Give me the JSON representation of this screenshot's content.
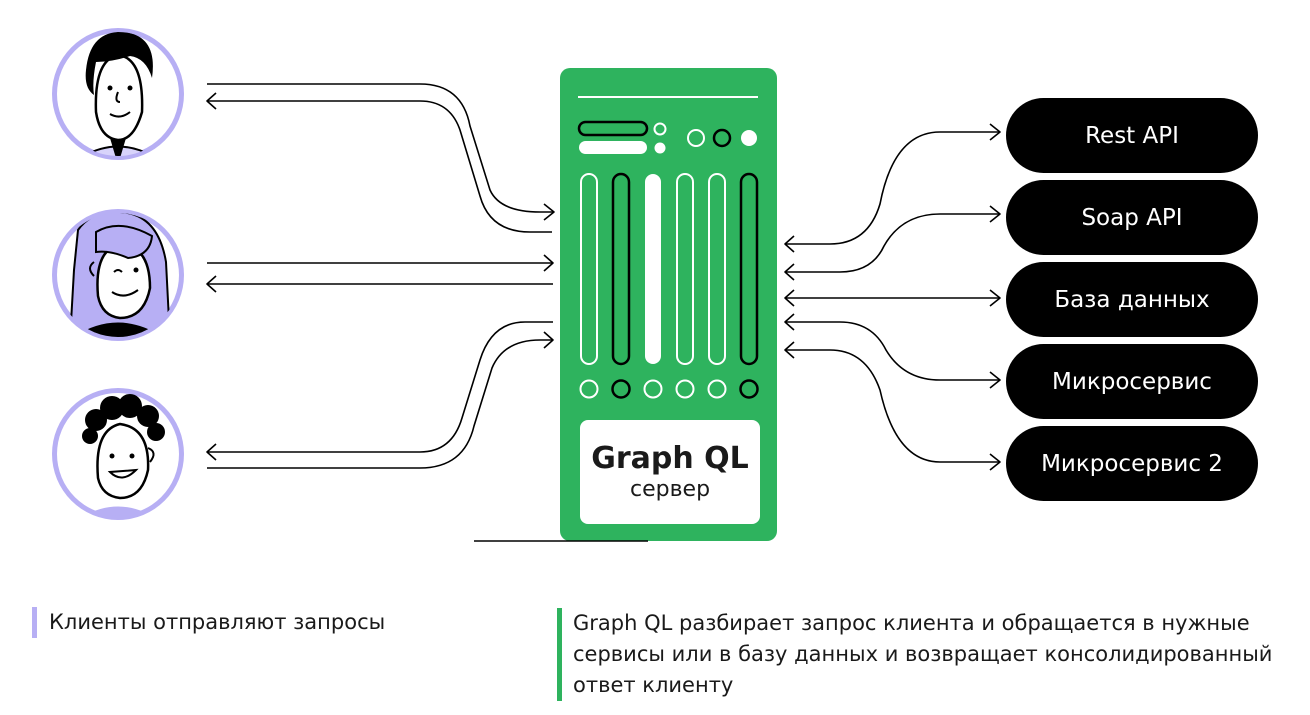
{
  "server": {
    "title": "Graph QL",
    "subtitle": "сервер",
    "color": "#2eb35e"
  },
  "services": [
    "Rest API",
    "Soap API",
    "База данных",
    "Микросервис",
    "Микросервис 2"
  ],
  "clients": [
    {
      "name": "client-man-icon"
    },
    {
      "name": "client-woman-icon"
    },
    {
      "name": "client-curly-icon"
    }
  ],
  "captions": {
    "clients": "Клиенты отправляют запросы",
    "server": "Graph QL разбирает запрос клиента и обращается в нужные сервисы или в базу данных и возвращает консолидирован­ный ответ клиенту"
  },
  "colors": {
    "accent_purple": "#b7aff4",
    "accent_green": "#2eb35e",
    "service_bg": "#000000"
  }
}
